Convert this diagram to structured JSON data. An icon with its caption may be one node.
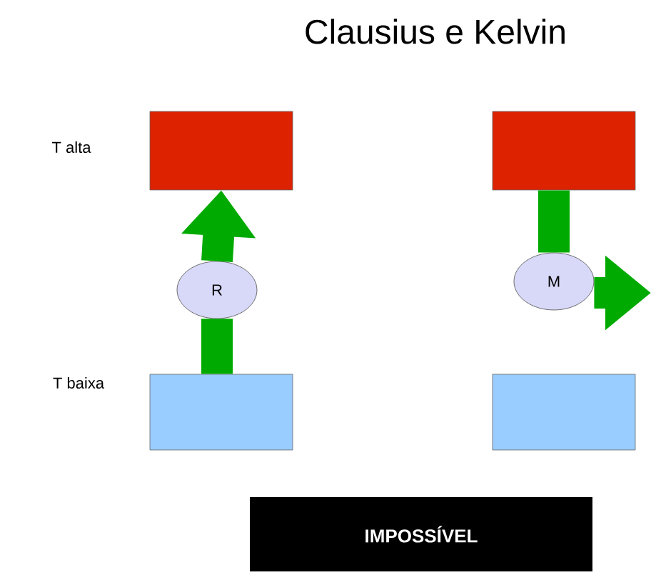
{
  "diagram": {
    "title": "Clausius e Kelvin",
    "nodes": [
      {
        "text": [],
        "shape": "box"
      },
      {
        "text": [],
        "shape": "box"
      },
      {
        "text": [
          "R"
        ]
      },
      {
        "text": [],
        "shape": "box"
      },
      {
        "text": [
          "M"
        ]
      },
      {
        "text": [],
        "shape": "box"
      },
      {
        "text": [
          "IMPOSSÍVEL"
        ]
      }
    ],
    "edges": [
      {
        "from": 1,
        "to": 2,
        "arrow": "none"
      },
      {
        "from": 2,
        "to": 0,
        "arrow": "to"
      },
      {
        "from": 3,
        "to": 4,
        "arrow": "none"
      },
      {
        "from": 4,
        "to": null,
        "arrow": "to"
      }
    ],
    "labels": [
      "T alta",
      "T baixa"
    ]
  }
}
